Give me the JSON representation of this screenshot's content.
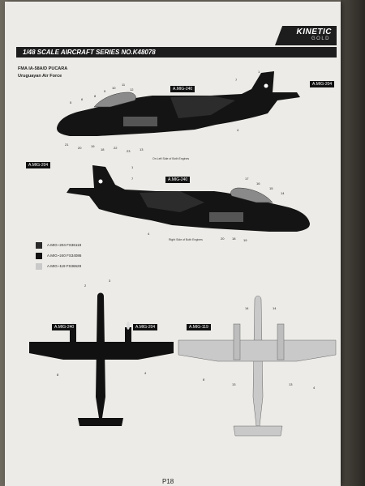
{
  "header": {
    "logo_main": "KINETIC",
    "logo_sub": "GOLD",
    "series_title": "1/48 SCALE  AIRCRAFT  SERIES NO.K48078",
    "model": "FMA IA-58A/D PUCARA",
    "air_force": "Uruguayan Air Force"
  },
  "tags": {
    "mig240": "A.MIG-240",
    "mig204": "A.MIG-204",
    "mig119": "A.MIG-119"
  },
  "notes": {
    "left_side": "On Left Side of Both Engines",
    "right_side": "Right Side of Both Engines"
  },
  "legend": [
    {
      "label": "A.MIG~204 FS36118",
      "color": "#2a2a2a"
    },
    {
      "label": "A.MIG~240 FS34086",
      "color": "#111111"
    },
    {
      "label": "A.MIG~119 FS36628",
      "color": "#c9c9c9"
    }
  ],
  "callouts": {
    "n1": "1",
    "n2": "2",
    "n3": "3",
    "n4": "4",
    "n5": "5",
    "n6": "6",
    "n7": "7",
    "n8": "8",
    "n9": "9",
    "n10": "10",
    "n11": "11",
    "n12": "12",
    "n13": "13",
    "n14": "14",
    "n15": "15",
    "n16": "16",
    "n17": "17",
    "n18": "18",
    "n19": "19",
    "n20": "20",
    "n21": "21",
    "n22": "22",
    "n23": "23",
    "n24": "24"
  },
  "page": {
    "number": "P18"
  }
}
